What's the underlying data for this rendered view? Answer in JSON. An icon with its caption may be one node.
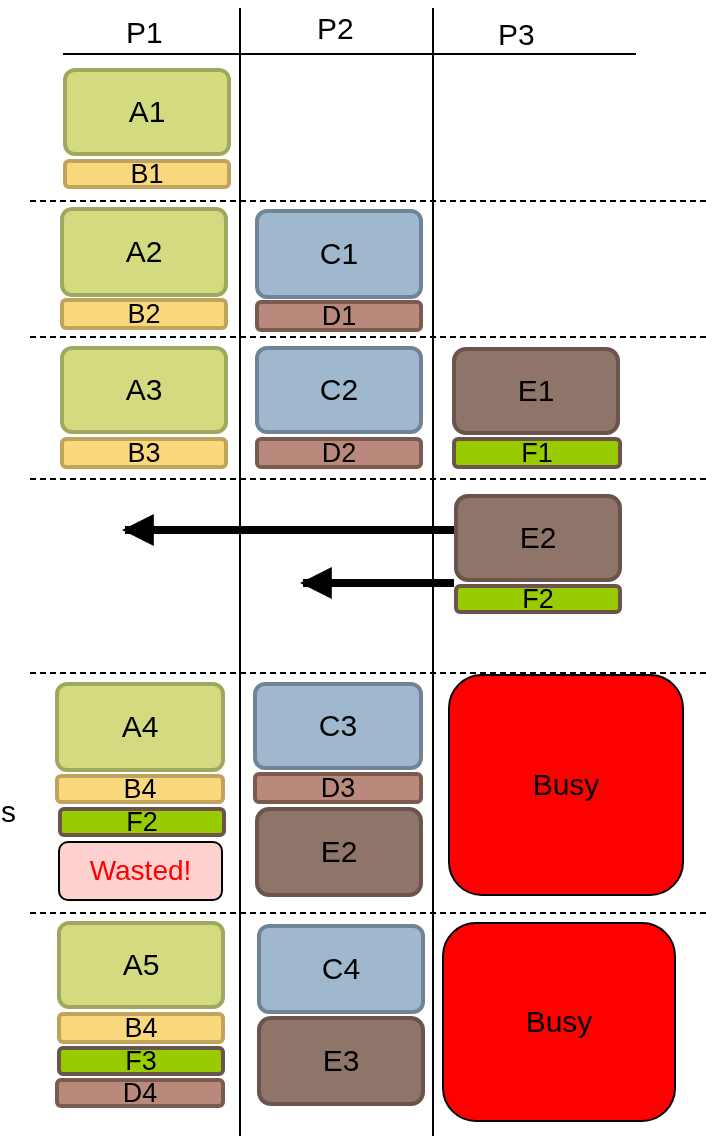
{
  "diagram": {
    "nodes": [
      {
        "text": [
          "A1"
        ]
      },
      {
        "text": [
          "B1"
        ]
      },
      {
        "text": [
          "A2"
        ]
      },
      {
        "text": [
          "B2"
        ]
      },
      {
        "text": [
          "C1"
        ]
      },
      {
        "text": [
          "D1"
        ]
      },
      {
        "text": [
          "A3"
        ]
      },
      {
        "text": [
          "B3"
        ]
      },
      {
        "text": [
          "C2"
        ]
      },
      {
        "text": [
          "D2"
        ]
      },
      {
        "text": [
          "E1"
        ]
      },
      {
        "text": [
          "F1"
        ]
      },
      {
        "text": [
          "E2"
        ]
      },
      {
        "text": [
          "F2"
        ]
      },
      {
        "text": [
          "A4"
        ]
      },
      {
        "text": [
          "C3"
        ]
      },
      {
        "text": [
          "Busy"
        ]
      },
      {
        "text": [
          "B4"
        ]
      },
      {
        "text": [
          "D3"
        ]
      },
      {
        "text": [
          "F2"
        ]
      },
      {
        "text": [
          "E2"
        ]
      },
      {
        "text": [
          "Wasted!"
        ]
      },
      {
        "text": [
          "A5"
        ]
      },
      {
        "text": [
          "C4"
        ]
      },
      {
        "text": [
          "Busy"
        ]
      },
      {
        "text": [
          "B4"
        ]
      },
      {
        "text": [
          "E3"
        ]
      },
      {
        "text": [
          "F3"
        ]
      },
      {
        "text": [
          "D4"
        ]
      }
    ],
    "edges": [
      {
        "from": 12,
        "to": null,
        "arrow": "to"
      },
      {
        "from": 13,
        "to": null,
        "arrow": "to"
      }
    ],
    "labels": [
      "P1",
      "P2",
      "P3",
      "s"
    ]
  }
}
